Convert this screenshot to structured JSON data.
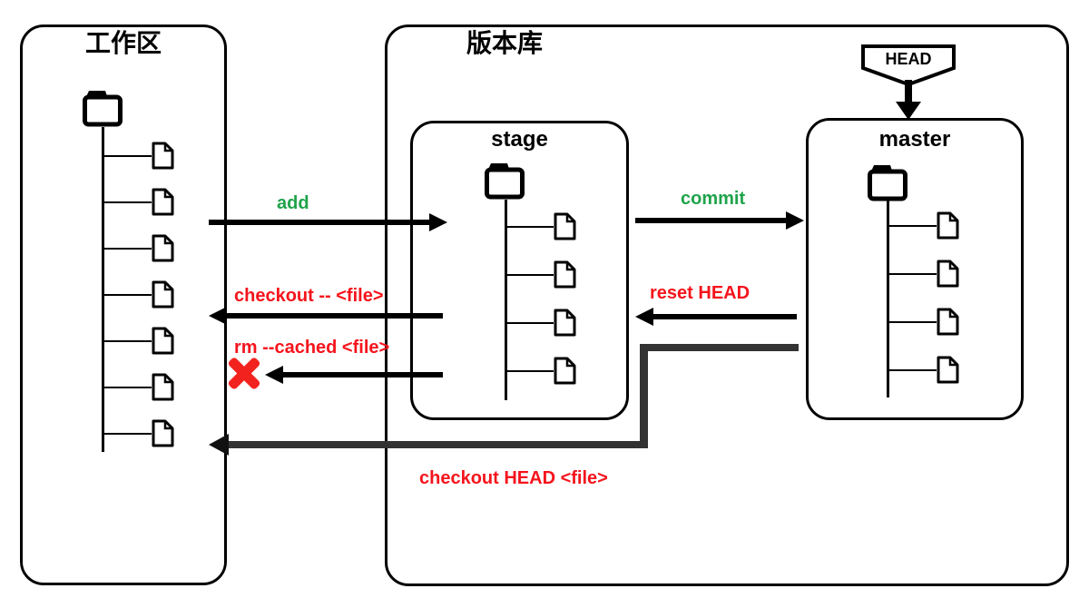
{
  "diagram": {
    "workspace": {
      "title": "工作区",
      "file_count": 7
    },
    "repository": {
      "title": "版本库",
      "stage": {
        "title": "stage",
        "file_count": 4
      },
      "master": {
        "title": "master",
        "file_count": 4
      },
      "head_pointer": {
        "label": "HEAD"
      }
    },
    "flows": {
      "add": {
        "label": "add",
        "color": "#1fa34a",
        "from": "workspace",
        "to": "stage"
      },
      "commit": {
        "label": "commit",
        "color": "#1fa34a",
        "from": "stage",
        "to": "master"
      },
      "checkout_file": {
        "label": "checkout -- <file>",
        "color": "#f5141c",
        "from": "stage",
        "to": "workspace"
      },
      "reset_head": {
        "label": "reset HEAD",
        "color": "#f5141c",
        "from": "master",
        "to": "stage"
      },
      "rm_cached": {
        "label": "rm --cached <file>",
        "color": "#f5141c",
        "from": "stage",
        "to": "workspace"
      },
      "checkout_head_file": {
        "label": "checkout HEAD <file>",
        "color": "#f5141c",
        "from": "master",
        "to": "workspace"
      }
    },
    "colors": {
      "line": "#000000",
      "dark_path": "#333333",
      "green": "#1fa34a",
      "red": "#f5141c",
      "background": "#ffffff"
    }
  }
}
